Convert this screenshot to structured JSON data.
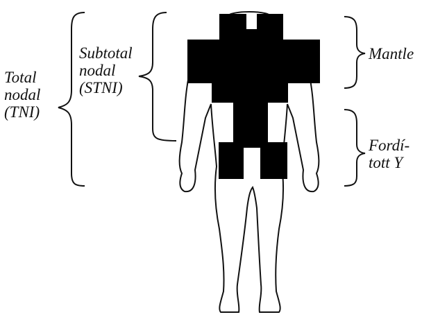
{
  "labels": {
    "total_nodal": "Total\nnodal\n(TNI)",
    "subtotal_nodal": "Subtotal\nnodal\n(STNI)",
    "mantle": "Mantle",
    "inverted_y": "Fordí-\ntott Y"
  },
  "colors": {
    "stroke": "#111111",
    "field_fill": "#000000",
    "background": "#ffffff"
  }
}
